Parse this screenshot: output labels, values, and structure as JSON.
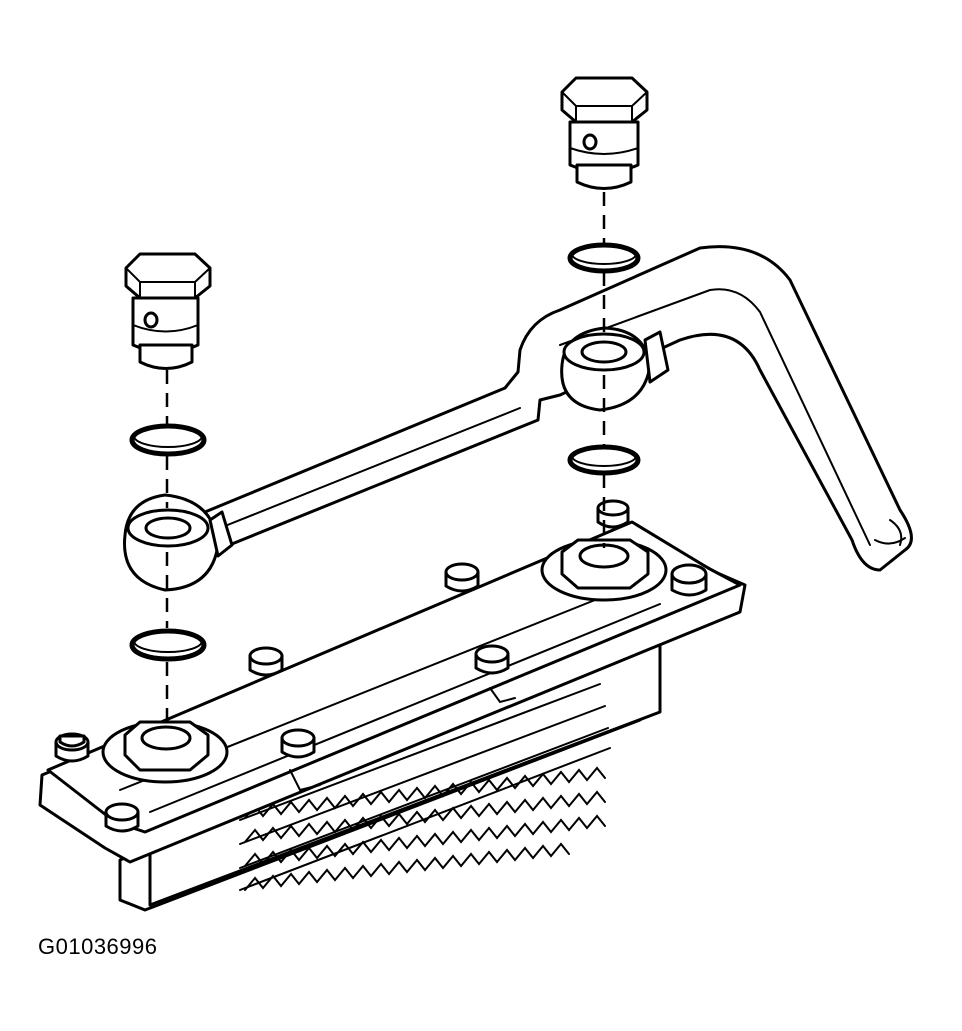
{
  "figure": {
    "id_label": "G01036996"
  },
  "colors": {
    "ink": "#000000",
    "background": "#ffffff"
  },
  "parts": [
    "banjo-bolt-left",
    "banjo-bolt-right",
    "sealing-washer",
    "banjo-fitting",
    "oil-cooler-line",
    "oil-cooler",
    "mounting-bolt"
  ]
}
